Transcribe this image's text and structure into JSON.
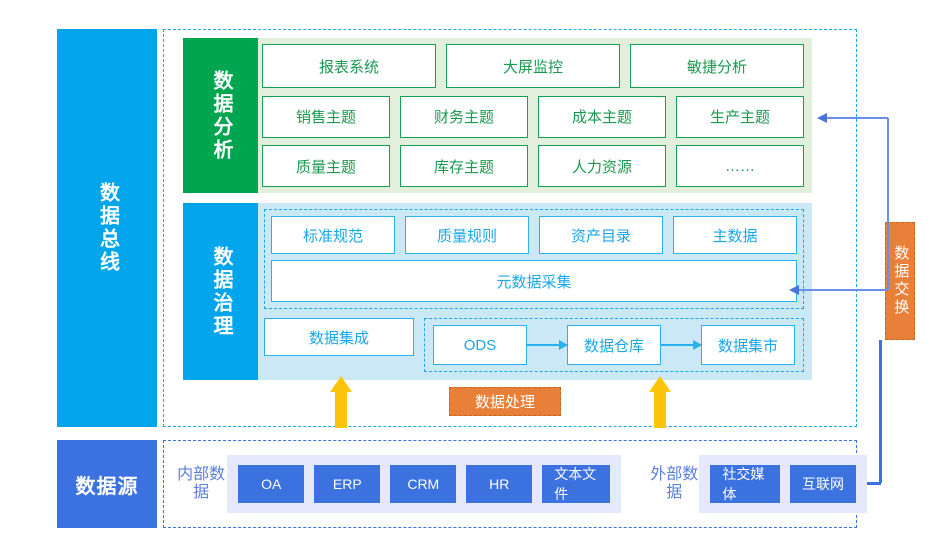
{
  "rails": {
    "data_bus": "数据总线",
    "data_source": "数据源"
  },
  "analysis": {
    "label": "数据分析",
    "row1": [
      "报表系统",
      "大屏监控",
      "敏捷分析"
    ],
    "row2": [
      "销售主题",
      "财务主题",
      "成本主题",
      "生产主题"
    ],
    "row3": [
      "质量主题",
      "库存主题",
      "人力资源",
      "……"
    ]
  },
  "governance": {
    "label": "数据治理",
    "rules": [
      "标准规范",
      "质量规则",
      "资产目录",
      "主数据"
    ],
    "metadata": "元数据采集",
    "integration": "数据集成",
    "pipeline": [
      "ODS",
      "数据仓库",
      "数据集市"
    ]
  },
  "process_box": "数据处理",
  "exchange_box": "数据交换",
  "sources": {
    "internal_title": "内部数据",
    "internal": [
      "OA",
      "ERP",
      "CRM",
      "HR",
      "文本文件"
    ],
    "external_title": "外部数据",
    "external": [
      "社交媒体",
      "互联网"
    ]
  },
  "colors": {
    "bus_blue": "#00a5ec",
    "source_blue": "#3b72e0",
    "analysis_green": "#00a550",
    "analysis_band": "#e2efdc",
    "governance_band": "#cbe8f7",
    "orange": "#e8803a",
    "arrow_yellow": "#fdc50a"
  }
}
